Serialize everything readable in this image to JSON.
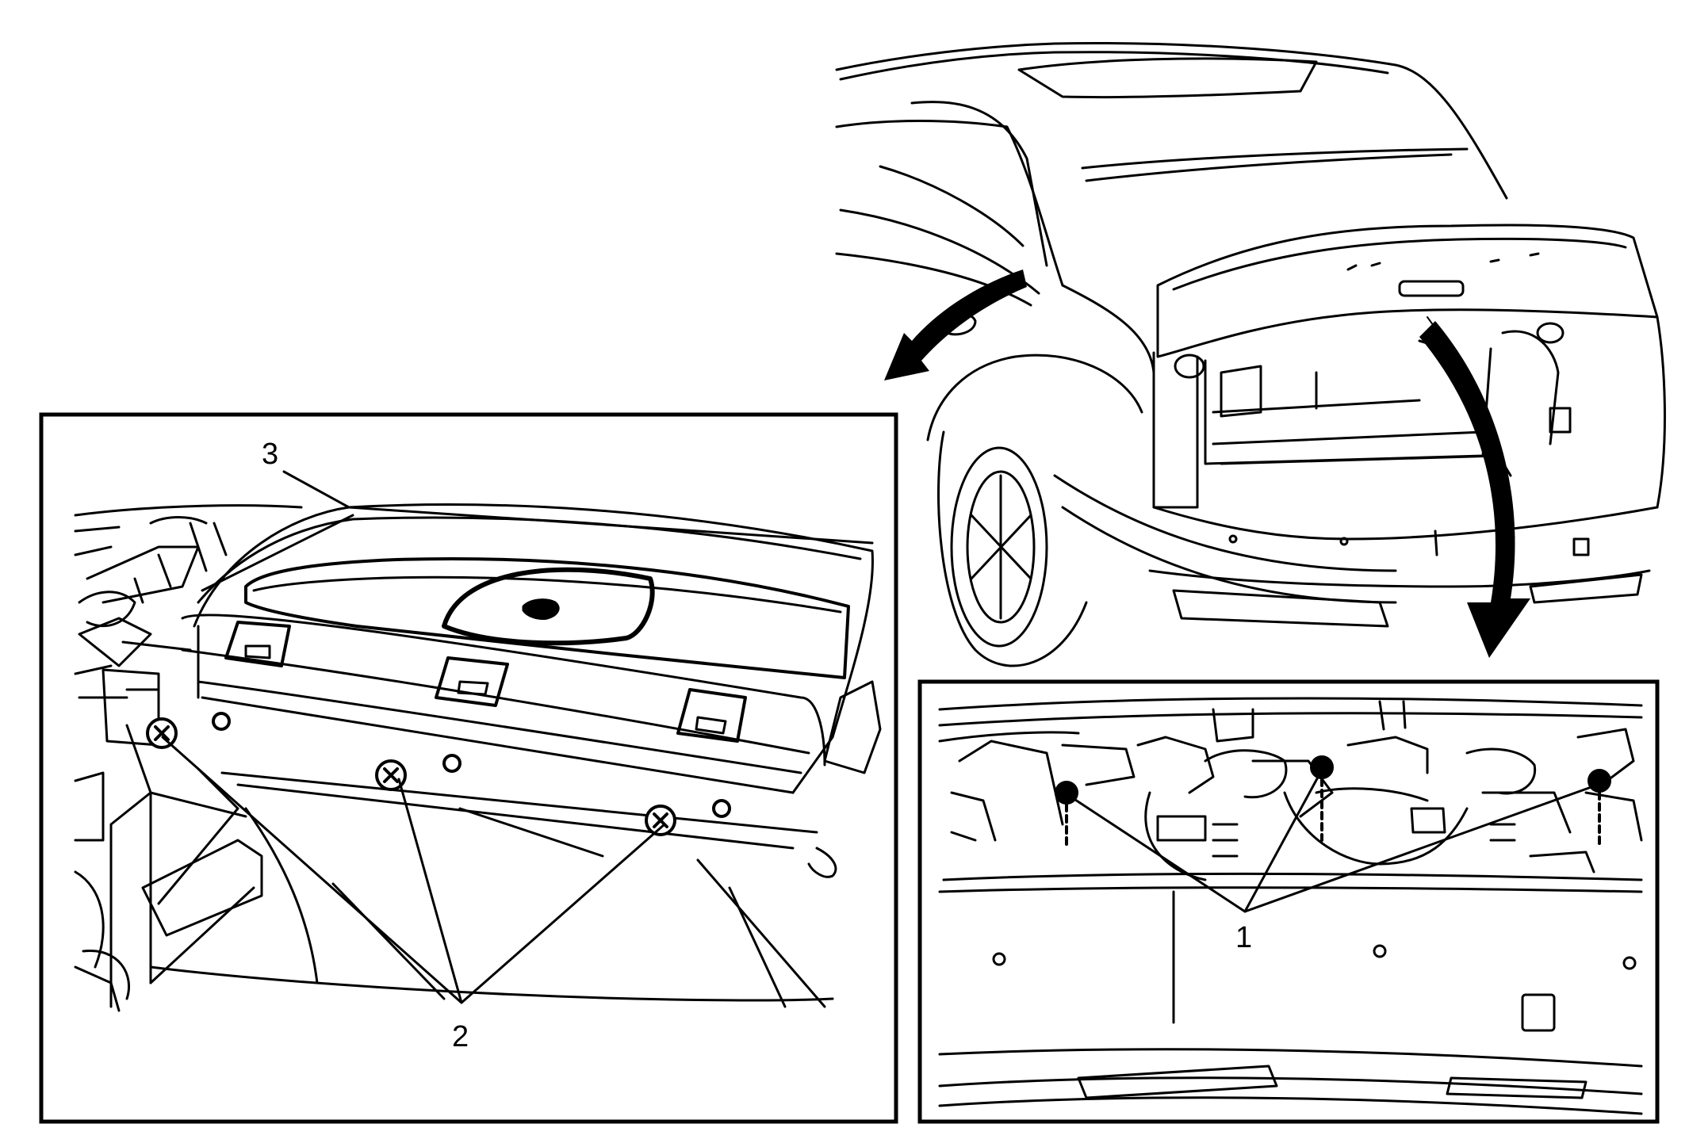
{
  "callouts": {
    "fastener_right_view": "1",
    "fasteners_left_view": "2",
    "rear_shelf_trim_panel": "3"
  },
  "colors": {
    "line": "#000000",
    "background": "#ffffff"
  },
  "icons": [
    "arrow-left-icon",
    "arrow-down-icon"
  ]
}
